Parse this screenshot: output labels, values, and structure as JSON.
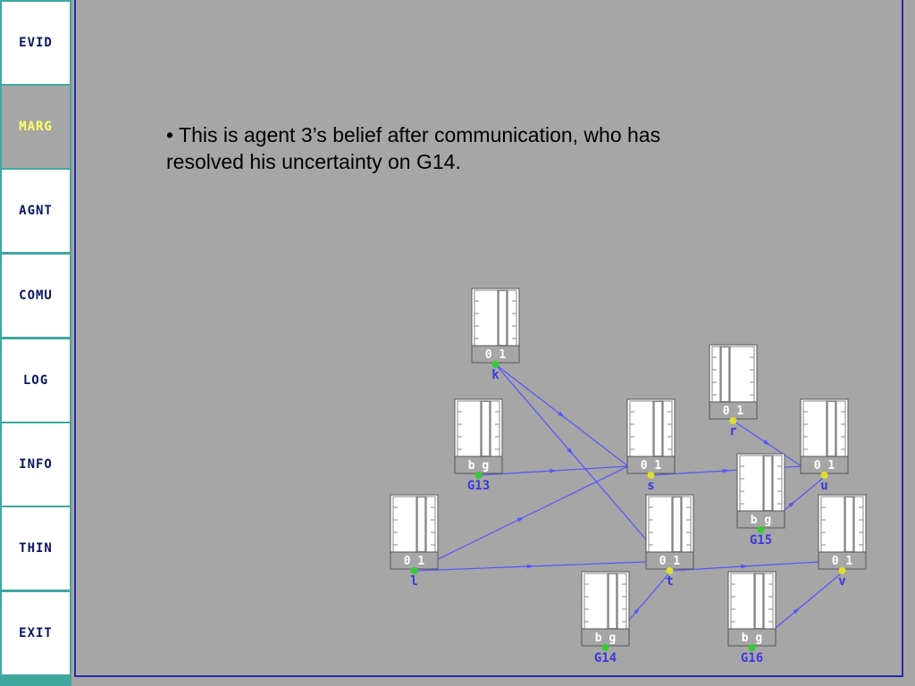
{
  "sidebar": {
    "items": [
      {
        "label": "EVID",
        "active": false
      },
      {
        "label": "MARG",
        "active": true
      },
      {
        "label": "AGNT",
        "active": false
      },
      {
        "label": "COMU",
        "active": false
      },
      {
        "label": "LOG",
        "active": false
      },
      {
        "label": "INFO",
        "active": false
      },
      {
        "label": "THIN",
        "active": false
      },
      {
        "label": "EXIT",
        "active": false
      }
    ]
  },
  "caption": "• This is agent 3’s belief after communication, who has resolved his uncertainty on G14.",
  "graph": {
    "nodes": [
      {
        "id": "k",
        "name": "k",
        "states": "0 1",
        "value": 0.85,
        "dot": "#33cc33"
      },
      {
        "id": "G13",
        "name": "G13",
        "states": "b g",
        "value": 0.85,
        "dot": "#33cc33"
      },
      {
        "id": "s",
        "name": "s",
        "states": "0 1",
        "value": 0.85,
        "dot": "#dddd33"
      },
      {
        "id": "r",
        "name": "r",
        "states": "0 1",
        "value": 0.15,
        "dot": "#dddd33"
      },
      {
        "id": "u",
        "name": "u",
        "states": "0 1",
        "value": 0.85,
        "dot": "#dddd33"
      },
      {
        "id": "G15",
        "name": "G15",
        "states": "b g",
        "value": 0.85,
        "dot": "#33cc33"
      },
      {
        "id": "l",
        "name": "l",
        "states": "0 1",
        "value": 0.85,
        "dot": "#33cc33"
      },
      {
        "id": "t",
        "name": "t",
        "states": "0 1",
        "value": 0.85,
        "dot": "#dddd33"
      },
      {
        "id": "v",
        "name": "v",
        "states": "0 1",
        "value": 0.85,
        "dot": "#dddd33"
      },
      {
        "id": "G14",
        "name": "G14",
        "states": "b g",
        "value": 0.85,
        "dot": "#33cc33"
      },
      {
        "id": "G16",
        "name": "G16",
        "states": "b g",
        "value": 0.85,
        "dot": "#33cc33"
      }
    ],
    "edges": [
      {
        "from": "k",
        "to": "s"
      },
      {
        "from": "k",
        "to": "t"
      },
      {
        "from": "G13",
        "to": "s"
      },
      {
        "from": "s",
        "to": "u"
      },
      {
        "from": "r",
        "to": "u"
      },
      {
        "from": "G15",
        "to": "u"
      },
      {
        "from": "l",
        "to": "s"
      },
      {
        "from": "l",
        "to": "t"
      },
      {
        "from": "t",
        "to": "v"
      },
      {
        "from": "G14",
        "to": "t"
      },
      {
        "from": "G16",
        "to": "v"
      }
    ]
  }
}
